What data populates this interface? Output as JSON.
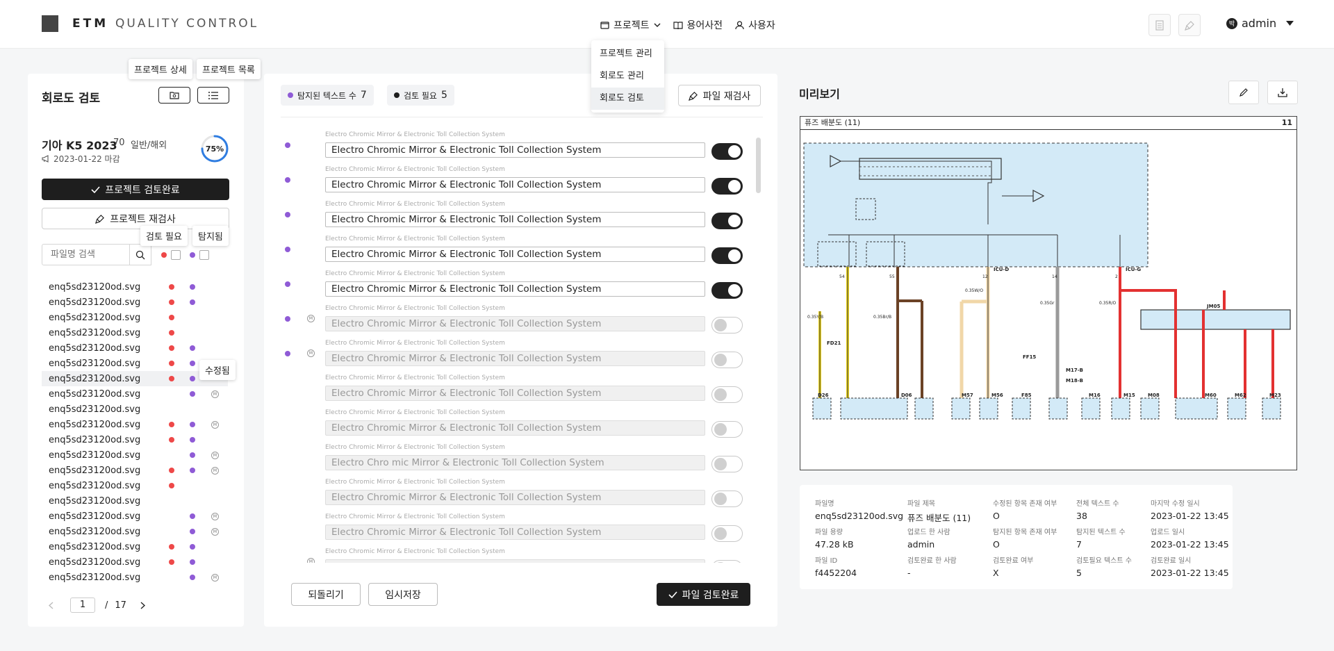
{
  "app": {
    "logo_bold": "ETM",
    "logo_light": "QUALITY CONTROL"
  },
  "nav": {
    "project": "프로젝트",
    "glossary": "용어사전",
    "users": "사용자"
  },
  "dropdown": [
    "프로젝트 관리",
    "회로도 관리",
    "회로도 검토"
  ],
  "user": {
    "name": "admin",
    "avatar": "박"
  },
  "tooltips": {
    "detail": "프로젝트 상세",
    "list": "프로젝트 목록",
    "need_review": "검토 필요",
    "detected": "탐지됨",
    "modified": "수정됨"
  },
  "left": {
    "title": "회로도 검토",
    "project_name": "기아 K5 2023",
    "project_num": "70",
    "project_type": "일반/해외",
    "deadline": "2023-01-22 마감",
    "progress": 75,
    "progress_label": "75%",
    "complete_btn": "프로젝트 검토완료",
    "recheck_btn": "프로젝트 재검사",
    "search_placeholder": "파일명 검색",
    "files": [
      {
        "name": "enq5sd23120od.svg",
        "red": true,
        "purple": true,
        "m": false
      },
      {
        "name": "enq5sd23120od.svg",
        "red": true,
        "purple": true,
        "m": false
      },
      {
        "name": "enq5sd23120od.svg",
        "red": true,
        "purple": false,
        "m": false
      },
      {
        "name": "enq5sd23120od.svg",
        "red": true,
        "purple": false,
        "m": false
      },
      {
        "name": "enq5sd23120od.svg",
        "red": true,
        "purple": true,
        "m": false
      },
      {
        "name": "enq5sd23120od.svg",
        "red": true,
        "purple": true,
        "m": false
      },
      {
        "name": "enq5sd23120od.svg",
        "red": true,
        "purple": true,
        "m": false,
        "selected": true
      },
      {
        "name": "enq5sd23120od.svg",
        "red": false,
        "purple": true,
        "m": true
      },
      {
        "name": "enq5sd23120od.svg",
        "red": false,
        "purple": false,
        "m": false
      },
      {
        "name": "enq5sd23120od.svg",
        "red": true,
        "purple": true,
        "m": true
      },
      {
        "name": "enq5sd23120od.svg",
        "red": true,
        "purple": true,
        "m": false
      },
      {
        "name": "enq5sd23120od.svg",
        "red": false,
        "purple": true,
        "m": true
      },
      {
        "name": "enq5sd23120od.svg",
        "red": true,
        "purple": true,
        "m": true
      },
      {
        "name": "enq5sd23120od.svg",
        "red": true,
        "purple": false,
        "m": false
      },
      {
        "name": "enq5sd23120od.svg",
        "red": false,
        "purple": false,
        "m": false
      },
      {
        "name": "enq5sd23120od.svg",
        "red": false,
        "purple": true,
        "m": true
      },
      {
        "name": "enq5sd23120od.svg",
        "red": false,
        "purple": true,
        "m": true
      },
      {
        "name": "enq5sd23120od.svg",
        "red": true,
        "purple": true,
        "m": false
      },
      {
        "name": "enq5sd23120od.svg",
        "red": true,
        "purple": true,
        "m": false
      },
      {
        "name": "enq5sd23120od.svg",
        "red": false,
        "purple": true,
        "m": true
      }
    ],
    "page": "1",
    "page_sep": "/",
    "page_total": "17"
  },
  "middle": {
    "detected_label": "탐지된 텍스트 수",
    "detected_count": "7",
    "review_label": "검토 필요",
    "review_count": "5",
    "recheck_file": "파일 재검사",
    "rows": [
      {
        "label": "Electro Chromic Mirror & Electronic Toll Collection System",
        "value": "Electro Chromic Mirror & Electronic Toll Collection System",
        "on": true,
        "dot": true,
        "m": false
      },
      {
        "label": "Electro Chromic Mirror & Electronic Toll Collection System",
        "value": "Electro Chromic Mirror & Electronic Toll Collection System",
        "on": true,
        "dot": true,
        "m": false
      },
      {
        "label": "Electro Chromic Mirror & Electronic Toll Collection System",
        "value": "Electro Chromic Mirror & Electronic Toll Collection System",
        "on": true,
        "dot": true,
        "m": false
      },
      {
        "label": "Electro Chromic Mirror & Electronic Toll Collection System",
        "value": "Electro Chromic Mirror & Electronic Toll Collection System",
        "on": true,
        "dot": true,
        "m": false
      },
      {
        "label": "Electro Chromic Mirror & Electronic Toll Collection System",
        "value": "Electro Chromic Mirror & Electronic Toll Collection System",
        "on": true,
        "dot": true,
        "m": false
      },
      {
        "label": "Electro Chromic Mirror & Electronic Toll Collection System",
        "value": "Electro Chromic Mirror & Electronic Toll Collection System",
        "on": false,
        "dot": true,
        "m": true
      },
      {
        "label": "Electro Chromic Mirror & Electronic Toll Collection System",
        "value": "Electro Chromic Mirror & Electronic Toll Collection System",
        "on": false,
        "dot": true,
        "m": true
      },
      {
        "label": "Electro Chromic Mirror & Electronic Toll Collection System",
        "value": "Electro Chromic Mirror & Electronic Toll Collection System",
        "on": false,
        "dot": false,
        "m": false
      },
      {
        "label": "Electro Chromic Mirror & Electronic Toll Collection System",
        "value": "Electro Chromic Mirror & Electronic Toll Collection System",
        "on": false,
        "dot": false,
        "m": false
      },
      {
        "label": "Electro Chromic Mirror & Electronic Toll Collection System",
        "value": "Electro Chro mic Mirror & Electronic Toll Collection System",
        "on": false,
        "dot": false,
        "m": false
      },
      {
        "label": "Electro Chromic Mirror & Electronic Toll Collection System",
        "value": "Electro Chromic Mirror & Electronic Toll Collection System",
        "on": false,
        "dot": false,
        "m": false
      },
      {
        "label": "Electro Chromic Mirror & Electronic Toll Collection System",
        "value": "Electro Chromic Mirror & Electronic Toll Collection System",
        "on": false,
        "dot": false,
        "m": false
      },
      {
        "label": "Electro Chromic Mirror & Electronic Toll Collection System",
        "value": "Electro Chromic Mirror & Electronic Toll Collection System",
        "on": false,
        "dot": false,
        "m": true
      }
    ],
    "revert": "되돌리기",
    "save_temp": "임시저장",
    "complete_file": "파일 검토완료"
  },
  "preview": {
    "title": "미리보기",
    "diagram_title": "퓨즈 배분도 (11)",
    "diagram_num": "11",
    "diagram_labels": {
      "icu": "ICU-D",
      "icug": "ICU-G",
      "jm05": "JM05",
      "fd21": "FD21",
      "d26": "D26",
      "d06": "D06",
      "m57": "M57",
      "m56": "M56",
      "f85": "F85",
      "m16": "M16",
      "m15": "M15",
      "m08": "M08",
      "m60": "M60",
      "m62": "M62",
      "m23": "M23",
      "ff15": "FF15",
      "m17b": "M17-B",
      "m18b": "M18-B",
      "n54": "54",
      "n55": "55",
      "n12": "12",
      "n14": "14",
      "n2": "2",
      "w1": "0.35Y/B",
      "w2": "0.35Br/B",
      "w3": "0.35W/O",
      "w4": "0.35Gr",
      "w5": "0.35R/O"
    }
  },
  "info": [
    {
      "label": "파일명",
      "value": "enq5sd23120od.svg"
    },
    {
      "label": "파일 제목",
      "value": "퓨즈 배분도 (11)"
    },
    {
      "label": "수정된 항목 존재 여부",
      "value": "O"
    },
    {
      "label": "전체 텍스트 수",
      "value": "38"
    },
    {
      "label": "마지막 수정 일시",
      "value": "2023-01-22 13:45"
    },
    {
      "label": "파일 용량",
      "value": "47.28 kB"
    },
    {
      "label": "업로드 한 사람",
      "value": "admin"
    },
    {
      "label": "탐지된 항목 존재 여부",
      "value": "O"
    },
    {
      "label": "탐지된 텍스트 수",
      "value": "7"
    },
    {
      "label": "업로드 일시",
      "value": "2023-01-22 13:45"
    },
    {
      "label": "파일 ID",
      "value": "f4452204"
    },
    {
      "label": "검토완료 한 사람",
      "value": "-"
    },
    {
      "label": "검토완료 여부",
      "value": "X"
    },
    {
      "label": "검토필요 텍스트 수",
      "value": "5"
    },
    {
      "label": "검토완료 일시",
      "value": "2023-01-22 13:45"
    }
  ],
  "colors": {
    "red": "#ee4848",
    "purple": "#8f5bd6",
    "dark": "#1e1e1e",
    "diagram_fill": "#d3eaf7"
  }
}
